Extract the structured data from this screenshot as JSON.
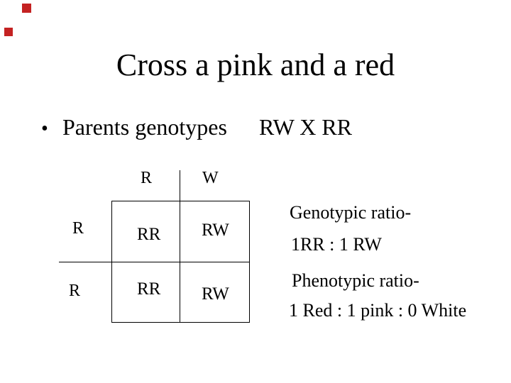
{
  "slide": {
    "title": "Cross a pink and a red",
    "bullet_marker": "•",
    "bullet_text": "Parents genotypes",
    "cross": "RW X RR",
    "punnett": {
      "col_headers": [
        "R",
        "W"
      ],
      "row_headers": [
        "R",
        "R"
      ],
      "cells": [
        [
          "RR",
          "RW"
        ],
        [
          "RR",
          "RW"
        ]
      ]
    },
    "genotypic_ratio": {
      "label": "Genotypic ratio-",
      "value": "1RR : 1 RW"
    },
    "phenotypic_ratio": {
      "label": "Phenotypic ratio-",
      "value": "1 Red : 1 pink : 0 White"
    }
  },
  "decor": {
    "accent_color": "#c42222",
    "text_color": "#000000",
    "background_color": "#ffffff"
  }
}
